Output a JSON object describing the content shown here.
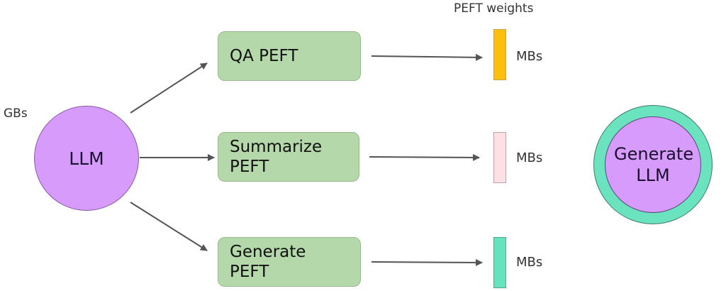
{
  "diagram": {
    "source_node": {
      "label": "LLM",
      "size_label": "GBs",
      "color": "#d69bfb"
    },
    "column_header": "PEFT weights",
    "peft_modules": [
      {
        "label": "QA PEFT",
        "weights_label": "MBs",
        "weights_color": "#fbbf0c"
      },
      {
        "label": "Summarize PEFT",
        "weights_label": "MBs",
        "weights_color": "#fde0e4"
      },
      {
        "label": "Generate PEFT",
        "weights_label": "MBs",
        "weights_color": "#64e3bd"
      }
    ],
    "result_node": {
      "label": "Generate LLM",
      "inner_color": "#d69bfb",
      "ring_color": "#6ce3bf"
    },
    "box_color": "#b5d8aa",
    "arrow_color": "#555555"
  }
}
